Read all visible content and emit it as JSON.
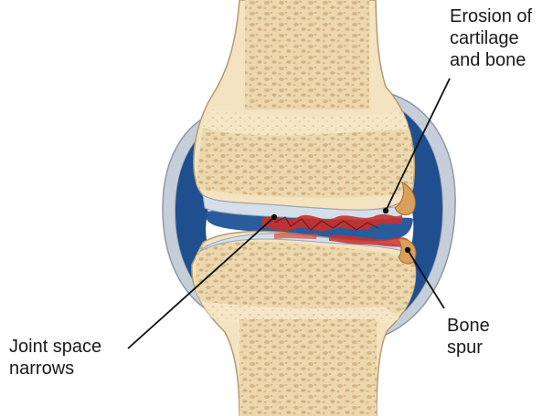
{
  "labels": {
    "erosion": [
      "Erosion of",
      "cartilage",
      "and bone"
    ],
    "bone_spur": [
      "Bone",
      "spur"
    ],
    "joint_space": [
      "Joint space",
      "narrows"
    ]
  },
  "colors": {
    "bone_cortex": "#f3e3c0",
    "bone_marrow": "#e9d3a6",
    "bone_pores": "#b08a55",
    "cartilage": "#d4dfea",
    "synovial_fluid": "#1f4f8f",
    "capsule": "#c6cfd9",
    "erosion_red": "#c9302c",
    "spur": "#d8a05c",
    "leader_line": "#111111"
  }
}
